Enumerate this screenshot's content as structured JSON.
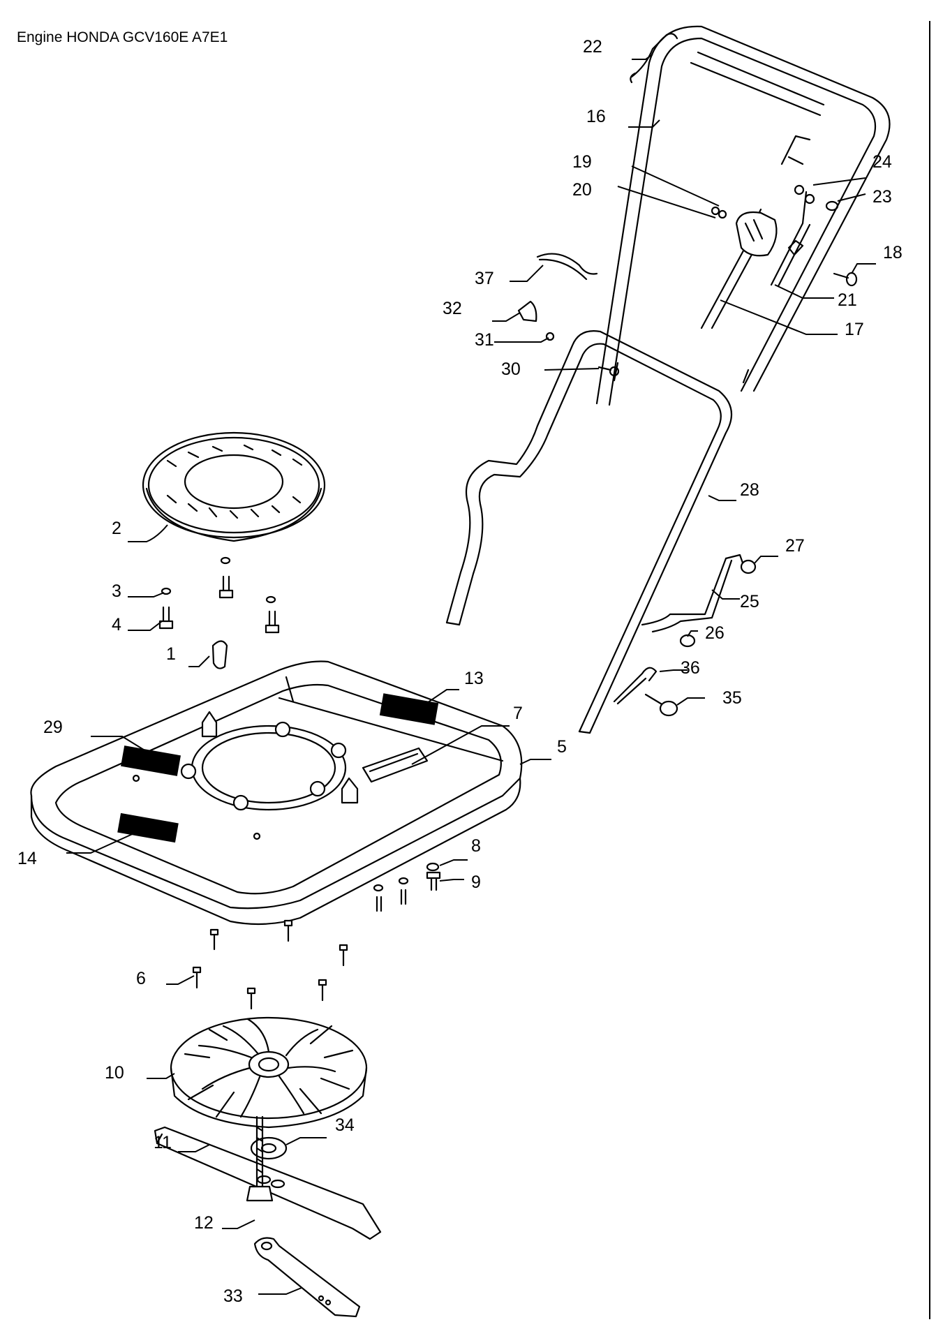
{
  "header": {
    "title": "Engine HONDA GCV160E A7E1"
  },
  "callouts": [
    "1",
    "2",
    "3",
    "4",
    "5",
    "6",
    "7",
    "8",
    "9",
    "10",
    "11",
    "12",
    "13",
    "14",
    "16",
    "17",
    "18",
    "19",
    "20",
    "21",
    "22",
    "23",
    "24",
    "25",
    "26",
    "27",
    "28",
    "29",
    "30",
    "31",
    "32",
    "33",
    "34",
    "35",
    "36",
    "37"
  ]
}
